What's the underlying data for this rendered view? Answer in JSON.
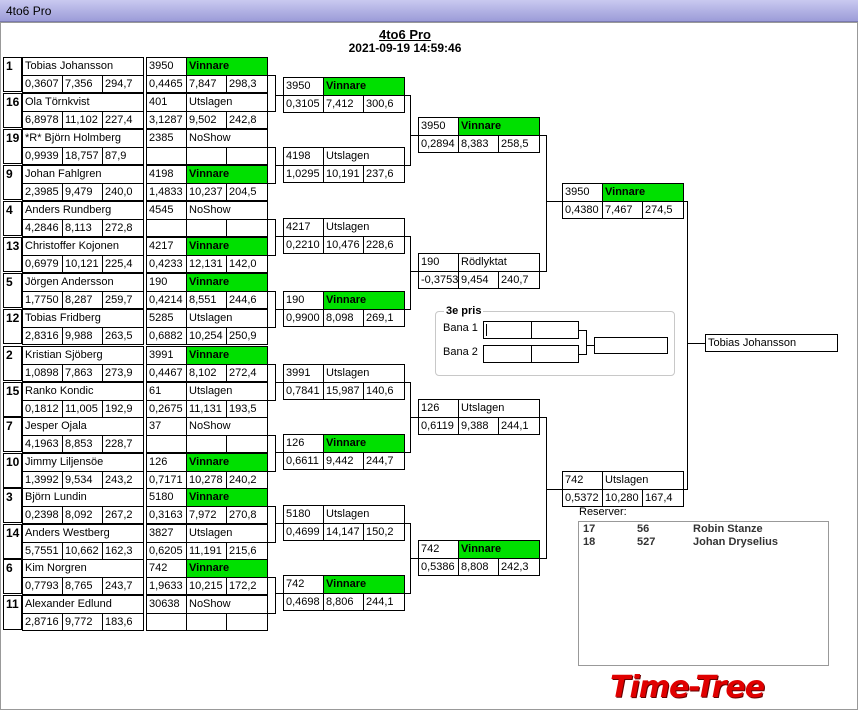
{
  "window_title": "4to6 Pro",
  "header": {
    "title": "4to6 Pro",
    "datetime": "2021-09-19 14:59:46"
  },
  "round1": [
    {
      "seed": "1",
      "name": "Tobias Johansson",
      "r": "0,3607",
      "et": "7,356",
      "mph": "294,7",
      "dial": "3950",
      "status": "Vinnare",
      "r2": "0,4465",
      "et2": "7,847",
      "mph2": "298,3"
    },
    {
      "seed": "16",
      "name": "Ola Törnkvist",
      "r": "6,8978",
      "et": "11,102",
      "mph": "227,4",
      "dial": "401",
      "status": "Utslagen",
      "r2": "3,1287",
      "et2": "9,502",
      "mph2": "242,8"
    },
    {
      "seed": "19",
      "name": "*R* Björn Holmberg",
      "r": "0,9939",
      "et": "18,757",
      "mph": "87,9",
      "dial": "2385",
      "status": "NoShow",
      "r2": "",
      "et2": "",
      "mph2": ""
    },
    {
      "seed": "9",
      "name": "Johan Fahlgren",
      "r": "2,3985",
      "et": "9,479",
      "mph": "240,0",
      "dial": "4198",
      "status": "Vinnare",
      "r2": "1,4833",
      "et2": "10,237",
      "mph2": "204,5"
    },
    {
      "seed": "4",
      "name": "Anders Rundberg",
      "r": "4,2846",
      "et": "8,113",
      "mph": "272,8",
      "dial": "4545",
      "status": "NoShow",
      "r2": "",
      "et2": "",
      "mph2": ""
    },
    {
      "seed": "13",
      "name": "Christoffer Kojonen",
      "r": "0,6979",
      "et": "10,121",
      "mph": "225,4",
      "dial": "4217",
      "status": "Vinnare",
      "r2": "0,4233",
      "et2": "12,131",
      "mph2": "142,0"
    },
    {
      "seed": "5",
      "name": "Jörgen Andersson",
      "r": "1,7750",
      "et": "8,287",
      "mph": "259,7",
      "dial": "190",
      "status": "Vinnare",
      "r2": "0,4214",
      "et2": "8,551",
      "mph2": "244,6"
    },
    {
      "seed": "12",
      "name": "Tobias Fridberg",
      "r": "2,8316",
      "et": "9,988",
      "mph": "263,5",
      "dial": "5285",
      "status": "Utslagen",
      "r2": "0,6882",
      "et2": "10,254",
      "mph2": "250,9"
    },
    {
      "seed": "2",
      "name": "Kristian Sjöberg",
      "r": "1,0898",
      "et": "7,863",
      "mph": "273,9",
      "dial": "3991",
      "status": "Vinnare",
      "r2": "0,4467",
      "et2": "8,102",
      "mph2": "272,4"
    },
    {
      "seed": "15",
      "name": "Ranko Kondic",
      "r": "0,1812",
      "et": "11,005",
      "mph": "192,9",
      "dial": "61",
      "status": "Utslagen",
      "r2": "0,2675",
      "et2": "11,131",
      "mph2": "193,5"
    },
    {
      "seed": "7",
      "name": "Jesper Ojala",
      "r": "4,1963",
      "et": "8,853",
      "mph": "228,7",
      "dial": "37",
      "status": "NoShow",
      "r2": "",
      "et2": "",
      "mph2": ""
    },
    {
      "seed": "10",
      "name": "Jimmy Liljensöe",
      "r": "1,3992",
      "et": "9,534",
      "mph": "243,2",
      "dial": "126",
      "status": "Vinnare",
      "r2": "0,7171",
      "et2": "10,278",
      "mph2": "240,2"
    },
    {
      "seed": "3",
      "name": "Björn Lundin",
      "r": "0,2398",
      "et": "8,092",
      "mph": "267,2",
      "dial": "5180",
      "status": "Vinnare",
      "r2": "0,3163",
      "et2": "7,972",
      "mph2": "270,8"
    },
    {
      "seed": "14",
      "name": "Anders Westberg",
      "r": "5,7551",
      "et": "10,662",
      "mph": "162,3",
      "dial": "3827",
      "status": "Utslagen",
      "r2": "0,6205",
      "et2": "11,191",
      "mph2": "215,6"
    },
    {
      "seed": "6",
      "name": "Kim Norgren",
      "r": "0,7793",
      "et": "8,765",
      "mph": "243,7",
      "dial": "742",
      "status": "Vinnare",
      "r2": "1,9633",
      "et2": "10,215",
      "mph2": "172,2"
    },
    {
      "seed": "11",
      "name": "Alexander Edlund",
      "r": "2,8716",
      "et": "9,772",
      "mph": "183,6",
      "dial": "30638",
      "status": "NoShow",
      "r2": "",
      "et2": "",
      "mph2": ""
    }
  ],
  "round2": [
    {
      "dial": "3950",
      "status": "Vinnare",
      "r": "0,3105",
      "et": "7,412",
      "mph": "300,6"
    },
    {
      "dial": "4198",
      "status": "Utslagen",
      "r": "1,0295",
      "et": "10,191",
      "mph": "237,6"
    },
    {
      "dial": "4217",
      "status": "Utslagen",
      "r": "0,2210",
      "et": "10,476",
      "mph": "228,6"
    },
    {
      "dial": "190",
      "status": "Vinnare",
      "r": "0,9900",
      "et": "8,098",
      "mph": "269,1"
    },
    {
      "dial": "3991",
      "status": "Utslagen",
      "r": "0,7841",
      "et": "15,987",
      "mph": "140,6"
    },
    {
      "dial": "126",
      "status": "Vinnare",
      "r": "0,6611",
      "et": "9,442",
      "mph": "244,7"
    },
    {
      "dial": "5180",
      "status": "Utslagen",
      "r": "0,4699",
      "et": "14,147",
      "mph": "150,2"
    },
    {
      "dial": "742",
      "status": "Vinnare",
      "r": "0,4698",
      "et": "8,806",
      "mph": "244,1"
    }
  ],
  "round3": [
    {
      "dial": "3950",
      "status": "Vinnare",
      "r": "0,2894",
      "et": "8,383",
      "mph": "258,5"
    },
    {
      "dial": "190",
      "status": "Rödlyktat",
      "r": "-0,3753",
      "et": "9,454",
      "mph": "240,7"
    },
    {
      "dial": "126",
      "status": "Utslagen",
      "r": "0,6119",
      "et": "9,388",
      "mph": "244,1"
    },
    {
      "dial": "742",
      "status": "Vinnare",
      "r": "0,5386",
      "et": "8,808",
      "mph": "242,3"
    }
  ],
  "round4": [
    {
      "dial": "3950",
      "status": "Vinnare",
      "r": "0,4380",
      "et": "7,467",
      "mph": "274,5"
    },
    {
      "dial": "742",
      "status": "Utslagen",
      "r": "0,5372",
      "et": "10,280",
      "mph": "167,4"
    }
  ],
  "final_winner": "Tobias Johansson",
  "third_prize": {
    "title": "3e pris",
    "lane1": "Bana 1",
    "lane2": "Bana 2"
  },
  "reserves": {
    "label": "Reserver:",
    "items": [
      {
        "pos": "17",
        "dial": "56",
        "name": "Robin Stanze"
      },
      {
        "pos": "18",
        "dial": "527",
        "name": "Johan Dryselius"
      }
    ]
  },
  "logo_text": "Time-Tree",
  "colors": {
    "winner": "#00e000",
    "titlebar": "#9c9cd8"
  }
}
